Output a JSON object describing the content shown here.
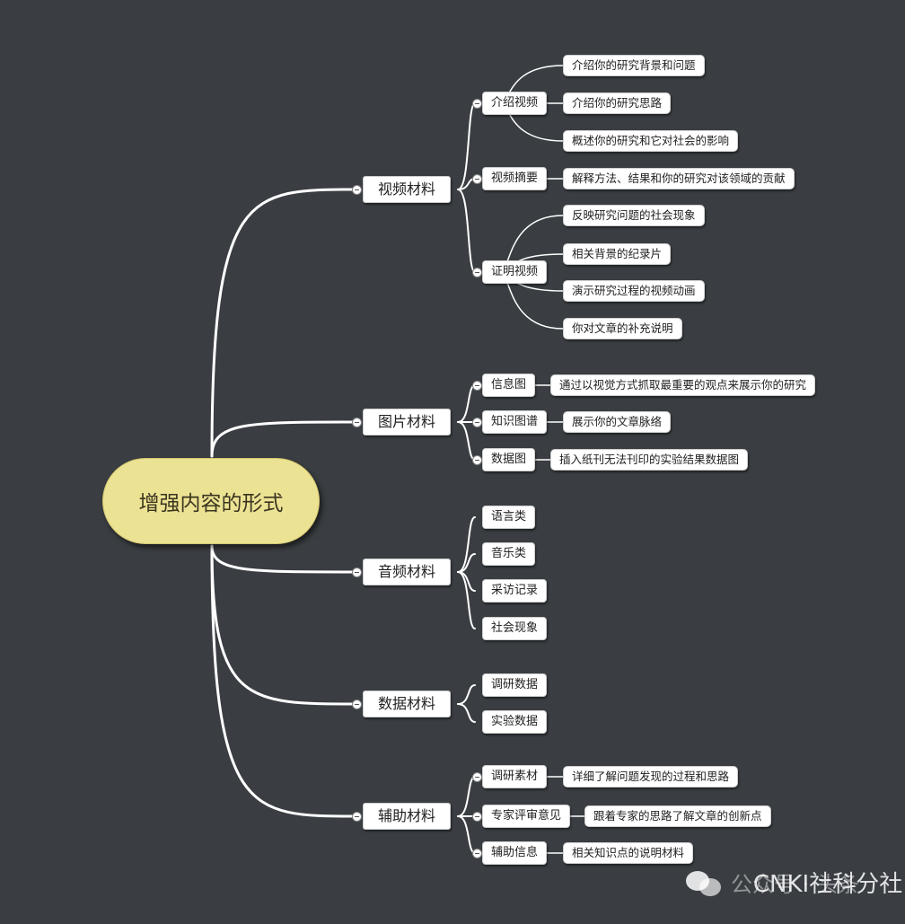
{
  "root": {
    "label": "增强内容的形式"
  },
  "branches": [
    {
      "label": "视频材料",
      "children": [
        {
          "label": "介绍视频",
          "leaves": [
            "介绍你的研究背景和问题",
            "介绍你的研究思路",
            "概述你的研究和它对社会的影响"
          ]
        },
        {
          "label": "视频摘要",
          "leaves": [
            "解释方法、结果和你的研究对该领域的贡献"
          ]
        },
        {
          "label": "证明视频",
          "leaves": [
            "反映研究问题的社会现象",
            "相关背景的纪录片",
            "演示研究过程的视频动画",
            "你对文章的补充说明"
          ]
        }
      ]
    },
    {
      "label": "图片材料",
      "children": [
        {
          "label": "信息图",
          "leaves": [
            "通过以视觉方式抓取最重要的观点来展示你的研究"
          ]
        },
        {
          "label": "知识图谱",
          "leaves": [
            "展示你的文章脉络"
          ]
        },
        {
          "label": "数据图",
          "leaves": [
            "插入纸刊无法刊印的实验结果数据图"
          ]
        }
      ]
    },
    {
      "label": "音频材料",
      "children": [
        {
          "label": "语言类",
          "leaves": []
        },
        {
          "label": "音乐类",
          "leaves": []
        },
        {
          "label": "采访记录",
          "leaves": []
        },
        {
          "label": "社会现象",
          "leaves": []
        }
      ]
    },
    {
      "label": "数据材料",
      "children": [
        {
          "label": "调研数据",
          "leaves": []
        },
        {
          "label": "实验数据",
          "leaves": []
        }
      ]
    },
    {
      "label": "辅助材料",
      "children": [
        {
          "label": "调研素材",
          "leaves": [
            "详细了解问题发现的过程和思路"
          ]
        },
        {
          "label": "专家评审意见",
          "leaves": [
            "跟着专家的思路了解文章的创新点"
          ]
        },
        {
          "label": "辅助信息",
          "leaves": [
            "相关知识点的说明材料"
          ]
        }
      ]
    }
  ],
  "watermark": {
    "prefix": "公众号 · 头条",
    "text": "CNKI社科分社"
  }
}
